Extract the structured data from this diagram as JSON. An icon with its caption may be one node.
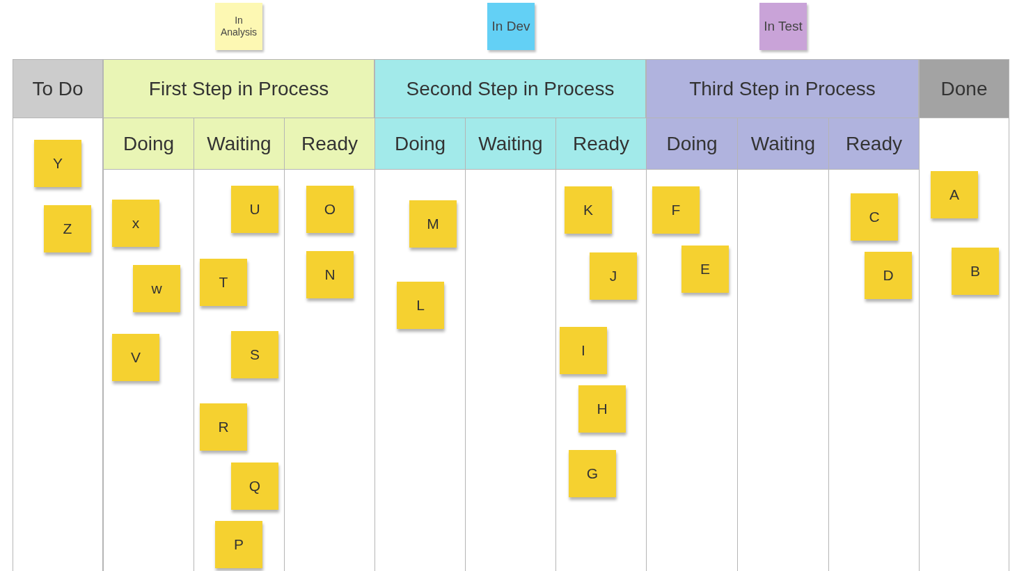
{
  "diagram": {
    "nodes": [
      {
        "text": [
          "In Analysis"
        ]
      },
      {
        "text": [
          "In Dev"
        ]
      },
      {
        "text": [
          "In Test"
        ]
      },
      {
        "text": [
          "To Do"
        ]
      },
      {
        "text": [
          "Y"
        ],
        "in": 3
      },
      {
        "text": [
          "Z"
        ],
        "in": 3
      },
      {
        "text": [
          "First Step in Process"
        ]
      },
      {
        "text": [
          "Doing"
        ],
        "in": 6
      },
      {
        "text": [
          "x"
        ],
        "in": 7
      },
      {
        "text": [
          "w"
        ],
        "in": 7
      },
      {
        "text": [
          "V"
        ],
        "in": 7
      },
      {
        "text": [
          "Waiting"
        ],
        "in": 6
      },
      {
        "text": [
          "U"
        ],
        "in": 11
      },
      {
        "text": [
          "T"
        ],
        "in": 11
      },
      {
        "text": [
          "S"
        ],
        "in": 11
      },
      {
        "text": [
          "R"
        ],
        "in": 11
      },
      {
        "text": [
          "Q"
        ],
        "in": 11
      },
      {
        "text": [
          "P"
        ],
        "in": 11
      },
      {
        "text": [
          "Ready"
        ],
        "in": 6
      },
      {
        "text": [
          "O"
        ],
        "in": 18
      },
      {
        "text": [
          "N"
        ],
        "in": 18
      },
      {
        "text": [
          "Second Step in Process"
        ]
      },
      {
        "text": [
          "Doing"
        ],
        "in": 21
      },
      {
        "text": [
          "M"
        ],
        "in": 22
      },
      {
        "text": [
          "L"
        ],
        "in": 22
      },
      {
        "text": [
          "Waiting"
        ],
        "in": 21
      },
      {
        "text": [
          "Ready"
        ],
        "in": 21
      },
      {
        "text": [
          "K"
        ],
        "in": 26
      },
      {
        "text": [
          "J"
        ],
        "in": 26
      },
      {
        "text": [
          "I"
        ],
        "in": 26
      },
      {
        "text": [
          "H"
        ],
        "in": 26
      },
      {
        "text": [
          "G"
        ],
        "in": 26
      },
      {
        "text": [
          "Third Step in Process"
        ]
      },
      {
        "text": [
          "Doing"
        ],
        "in": 32
      },
      {
        "text": [
          "F"
        ],
        "in": 33
      },
      {
        "text": [
          "E"
        ],
        "in": 33
      },
      {
        "text": [
          "Waiting"
        ],
        "in": 32
      },
      {
        "text": [
          "Ready"
        ],
        "in": 32
      },
      {
        "text": [
          "C"
        ],
        "in": 37
      },
      {
        "text": [
          "D"
        ],
        "in": 37
      },
      {
        "text": [
          "Done"
        ]
      },
      {
        "text": [
          "A"
        ],
        "in": 40
      },
      {
        "text": [
          "B"
        ],
        "in": 40
      }
    ]
  }
}
